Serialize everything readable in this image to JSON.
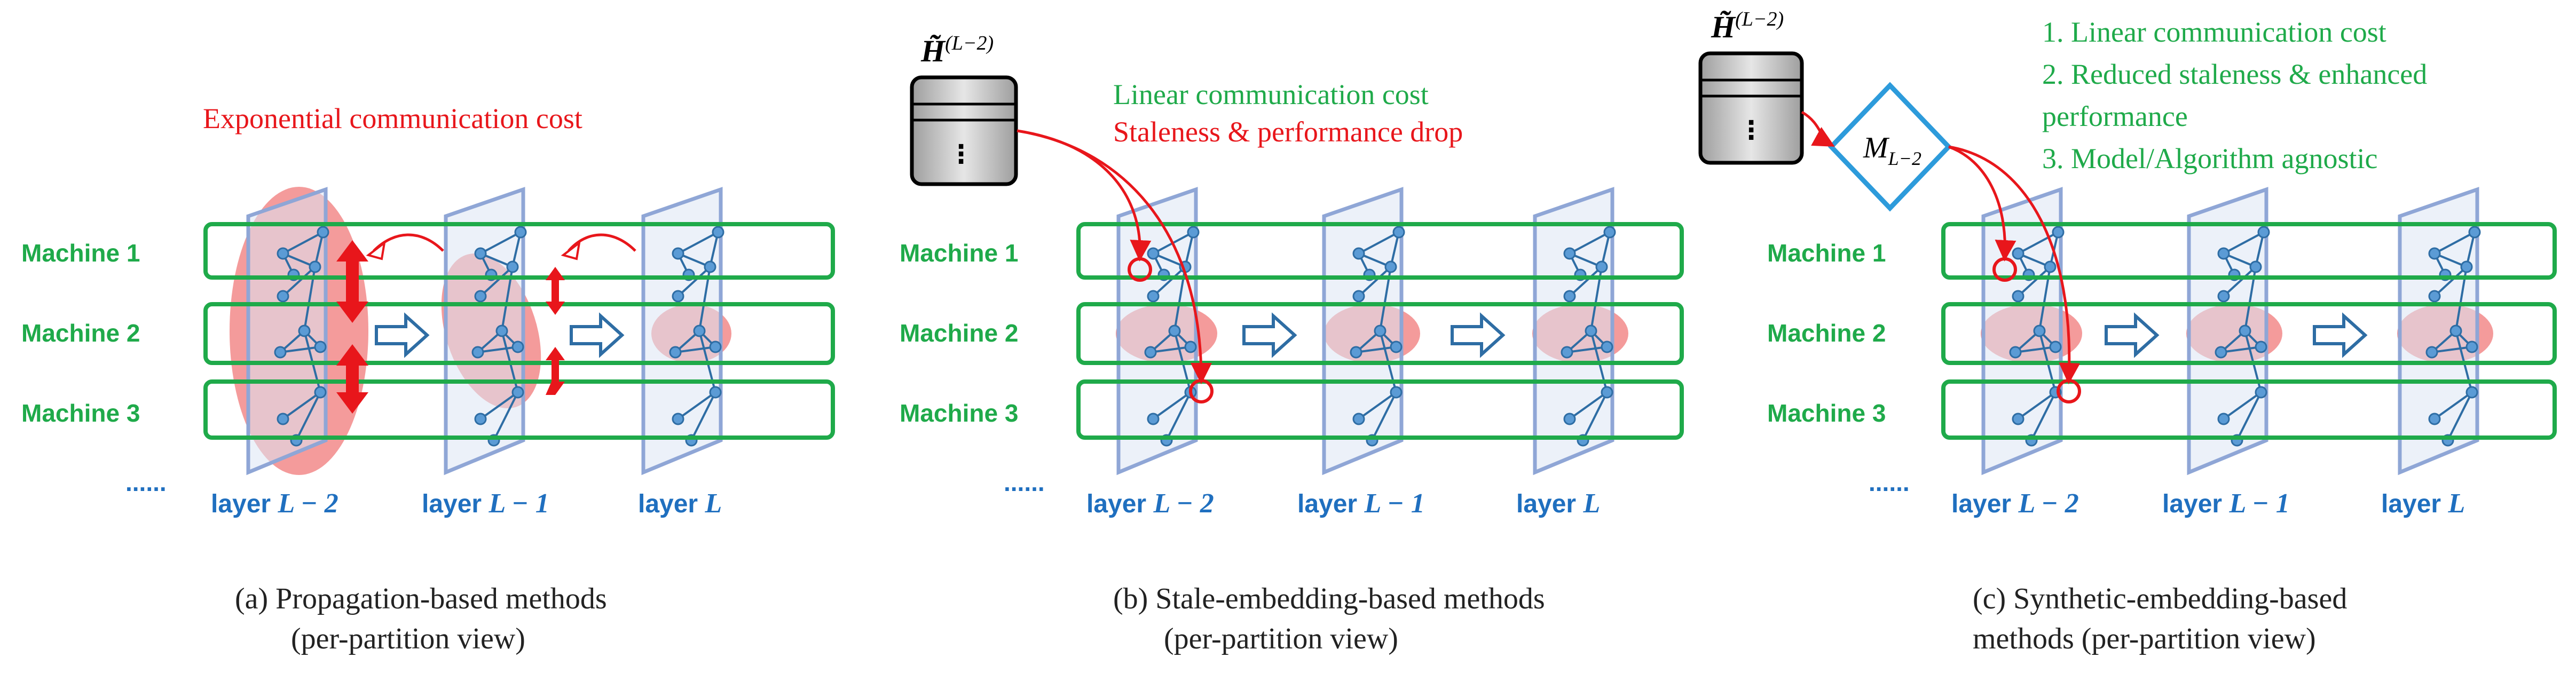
{
  "panels": [
    {
      "machines": [
        "Machine 1",
        "Machine 2",
        "Machine 3"
      ],
      "ellipsis": "......",
      "layers": [
        {
          "prefix": "layer ",
          "math": "L − 2"
        },
        {
          "prefix": "layer ",
          "math": "L − 1"
        },
        {
          "prefix": "layer ",
          "math": "L"
        }
      ],
      "notes": [
        "Exponential communication cost"
      ],
      "caption": [
        "(a)   Propagation-based methods",
        "(per-partition view)"
      ]
    },
    {
      "machines": [
        "Machine 1",
        "Machine 2",
        "Machine 3"
      ],
      "ellipsis": "......",
      "layers": [
        {
          "prefix": "layer ",
          "math": "L − 2"
        },
        {
          "prefix": "layer ",
          "math": "L − 1"
        },
        {
          "prefix": "layer ",
          "math": "L"
        }
      ],
      "store_label": "H̃",
      "store_sup": "(L−2)",
      "store_dots": "⋮",
      "notes_green": [
        "Linear communication cost"
      ],
      "notes_red": [
        "Staleness & performance drop"
      ],
      "caption": [
        "(b) Stale-embedding-based methods",
        "(per-partition view)"
      ]
    },
    {
      "machines": [
        "Machine 1",
        "Machine 2",
        "Machine 3"
      ],
      "ellipsis": "......",
      "layers": [
        {
          "prefix": "layer ",
          "math": "L − 2"
        },
        {
          "prefix": "layer ",
          "math": "L − 1"
        },
        {
          "prefix": "layer ",
          "math": "L"
        }
      ],
      "store_label": "H̃",
      "store_sup": "(L−2)",
      "store_dots": "⋮",
      "model_label": "M",
      "model_sub": "L−2",
      "notes_green": [
        "1. Linear communication cost",
        "2. Reduced staleness & enhanced",
        "performance",
        "3. Model/Algorithm agnostic"
      ],
      "caption": [
        "(c) Synthetic-embedding-based",
        "methods (per-partition view)"
      ]
    }
  ],
  "colors": {
    "machine_box": "#1faa4a",
    "layer_text": "#1f6fbf",
    "plane_fill": "#dde6f4",
    "plane_stroke": "#8fa6d6",
    "node": "#5b9bd5",
    "edge": "#2e6da4",
    "highlight": "#f07a7a",
    "red": "#e8161b",
    "green": "#1faa4a"
  }
}
